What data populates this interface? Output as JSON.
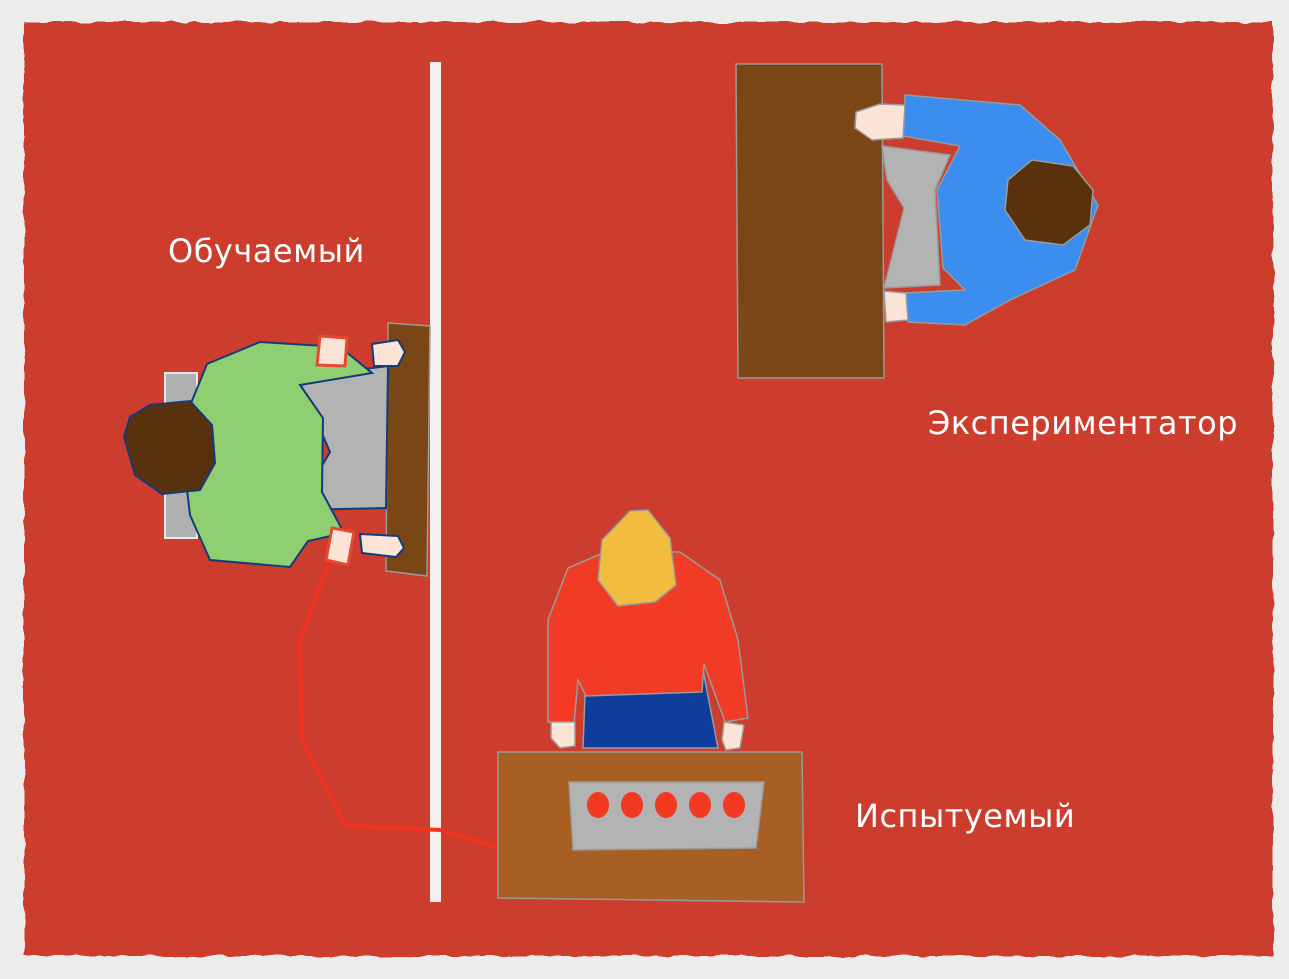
{
  "labels": {
    "learner": "Обучаемый",
    "experimenter": "Экспериментатор",
    "subject": "Испытуемый"
  },
  "colors": {
    "paper": "#ececec",
    "background": "#cc3d2e",
    "divider": "#f3f0ee",
    "desk": "#7a4615",
    "shock_box": "#a85f24",
    "panel": "#b3b3b3",
    "indicator": "#f23a22",
    "wire": "#f2331f",
    "learner_shirt": "#8fcf72",
    "experimenter_shirt": "#3b8ef0",
    "subject_shirt": "#f13b24",
    "subject_pants": "#0f3d9c",
    "hair_dark": "#5a310d",
    "hair_blond": "#f2bd3f",
    "skin": "#fbe3d6",
    "chair": "#b0b0b0"
  },
  "icons": {
    "learner": "person-seated-strapped-icon",
    "experimenter": "person-seated-icon",
    "subject": "person-standing-icon",
    "shock_generator": "shock-generator-icon"
  },
  "shock_generator": {
    "indicator_count": 5
  }
}
